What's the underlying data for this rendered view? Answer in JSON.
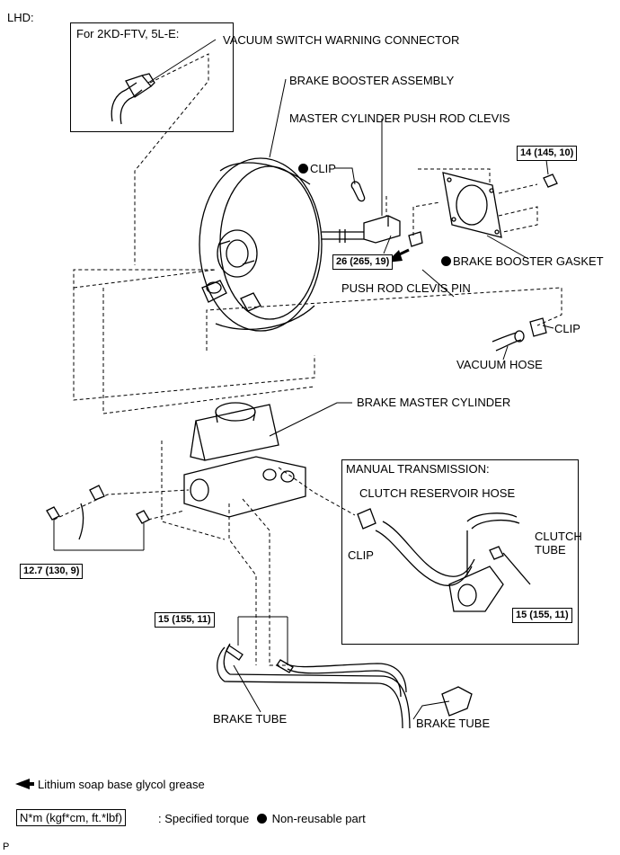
{
  "header": {
    "variant": "LHD:"
  },
  "inset_top": {
    "title": "For 2KD-FTV, 5L-E:",
    "connector_label": "VACUUM SWITCH WARNING CONNECTOR"
  },
  "labels": {
    "booster": "BRAKE BOOSTER ASSEMBLY",
    "clevis": "MASTER CYLINDER PUSH ROD CLEVIS",
    "clip_top": "CLIP",
    "gasket": "BRAKE BOOSTER GASKET",
    "clevis_pin": "PUSH ROD CLEVIS PIN",
    "clip_hose": "CLIP",
    "vacuum_hose": "VACUUM HOSE",
    "master_cylinder": "BRAKE MASTER CYLINDER",
    "brake_tube_left": "BRAKE TUBE",
    "brake_tube_right": "BRAKE TUBE"
  },
  "torques": {
    "gasket_nut": "14 (145, 10)",
    "clevis_nut": "26 (265, 19)",
    "mc_nuts": "12.7 (130, 9)",
    "tube_union": "15 (155, 11)",
    "clutch_tube": "15 (155, 11)"
  },
  "inset_manual": {
    "title": "MANUAL TRANSMISSION:",
    "reservoir_hose": "CLUTCH RESERVOIR HOSE",
    "clip": "CLIP",
    "clutch_tube_line1": "CLUTCH",
    "clutch_tube_line2": "TUBE"
  },
  "legend": {
    "grease": "Lithium soap base glycol grease",
    "torque_key": "N*m (kgf*cm, ft.*lbf)",
    "torque_desc": ": Specified torque",
    "non_reusable": "Non-reusable part"
  },
  "footer": {
    "code": "P"
  }
}
